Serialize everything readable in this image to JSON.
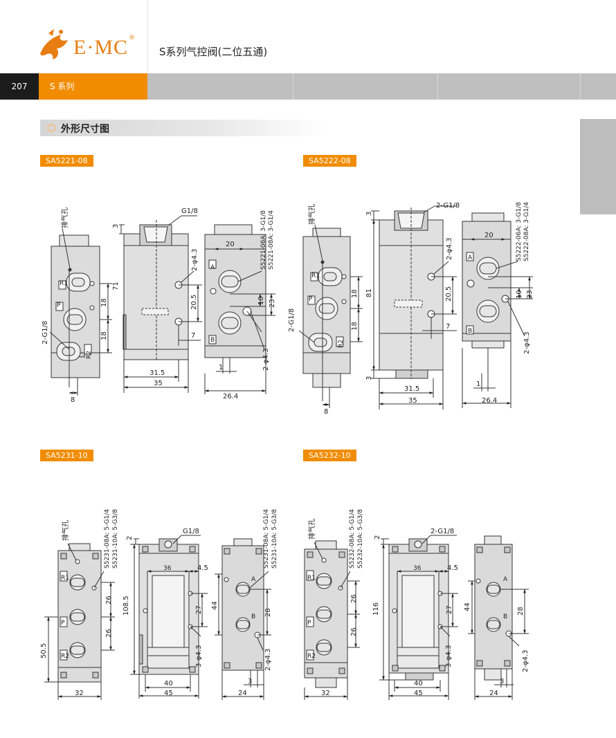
{
  "header": {
    "brand": "E·MC",
    "reg_mark": "®",
    "title": "S系列气控阀(二位五通)",
    "page_number": "207",
    "series_tab": "S 系列"
  },
  "section": {
    "title": "外形尺寸图"
  },
  "colors": {
    "accent": "#f18c00",
    "band": "#bfbfbf",
    "dark": "#1c1c1c"
  },
  "models": {
    "m1": {
      "tag": "SA5221-08",
      "exhaust": "排气孔",
      "port_r1": "R1",
      "port_p": "P",
      "port_r2": "R2",
      "port_a": "A",
      "port_b": "B",
      "g_left": "2-G1/8",
      "g_top": "G1/8",
      "hole_side": "2-φ4.3",
      "hole_end": "2-φ4.3",
      "model_06": "S5221-06A: 3-G1/8",
      "model_08": "S5221-08A: 3-G1/4",
      "d_3": "3",
      "d_71": "71",
      "d_18a": "18",
      "d_18b": "18",
      "d_8": "8",
      "d_20_5": "20.5",
      "d_7": "7",
      "d_31_5": "31.5",
      "d_35": "35",
      "d_20": "20",
      "d_10": "10",
      "d_23": "23",
      "d_1": "1",
      "d_26_4": "26.4"
    },
    "m2": {
      "tag": "SA5222-08",
      "exhaust": "排气孔",
      "port_r1": "R1",
      "port_p": "P",
      "port_r2": "R2",
      "port_a": "A",
      "port_b": "B",
      "g_left": "2-G1/8",
      "g_top": "2-G1/8",
      "hole_side": "2-φ4.3",
      "hole_end": "2-φ4.3",
      "model_06": "S5222-06A: 3-G1/8",
      "model_08": "S5222-08A: 3-G1/4",
      "d_3a": "3",
      "d_3b": "3",
      "d_81": "81",
      "d_18a": "18",
      "d_18b": "18",
      "d_8": "8",
      "d_20_5": "20.5",
      "d_7": "7",
      "d_31_5": "31.5",
      "d_35": "35",
      "d_20": "20",
      "d_10": "10",
      "d_23": "23",
      "d_1": "1",
      "d_26_4": "26.4"
    },
    "m3": {
      "tag": "SA5231-10",
      "exhaust": "排气孔",
      "port_r1": "R1",
      "port_p": "P",
      "port_r2": "R2",
      "port_a": "A",
      "port_b": "B",
      "g_top": "G1/8",
      "hole_3": "3-φ4.3",
      "hole_2": "2-φ4.3",
      "model_08": "S5231-08A: 5-G1/4",
      "model_10": "S5231-10A: 5-G3/8",
      "d_50_5": "50.5",
      "d_26a": "26",
      "d_26b": "26",
      "d_32": "32",
      "d_2": "2",
      "d_108_5": "108.5",
      "d_36": "36",
      "d_4_5": "4.5",
      "d_27": "27",
      "d_40": "40",
      "d_45": "45",
      "d_44": "44",
      "d_28": "28",
      "d_3": "3",
      "d_24": "24"
    },
    "m4": {
      "tag": "SA5232-10",
      "exhaust": "排气孔",
      "port_r1": "R1",
      "port_p": "P",
      "port_r2": "R2",
      "port_a": "A",
      "port_b": "B",
      "g_top": "2-G1/8",
      "hole_3": "3-φ4.3",
      "hole_2": "2-φ4.3",
      "model_08": "S5232-08A: 5-G1/4",
      "model_10": "S5232-10A: 5-G3/8",
      "d_116": "116",
      "d_26a": "26",
      "d_26b": "26",
      "d_32": "32",
      "d_2": "2",
      "d_36": "36",
      "d_4_5": "4.5",
      "d_27": "27",
      "d_40": "40",
      "d_45": "45",
      "d_44": "44",
      "d_28": "28",
      "d_3": "3",
      "d_24": "24"
    }
  }
}
